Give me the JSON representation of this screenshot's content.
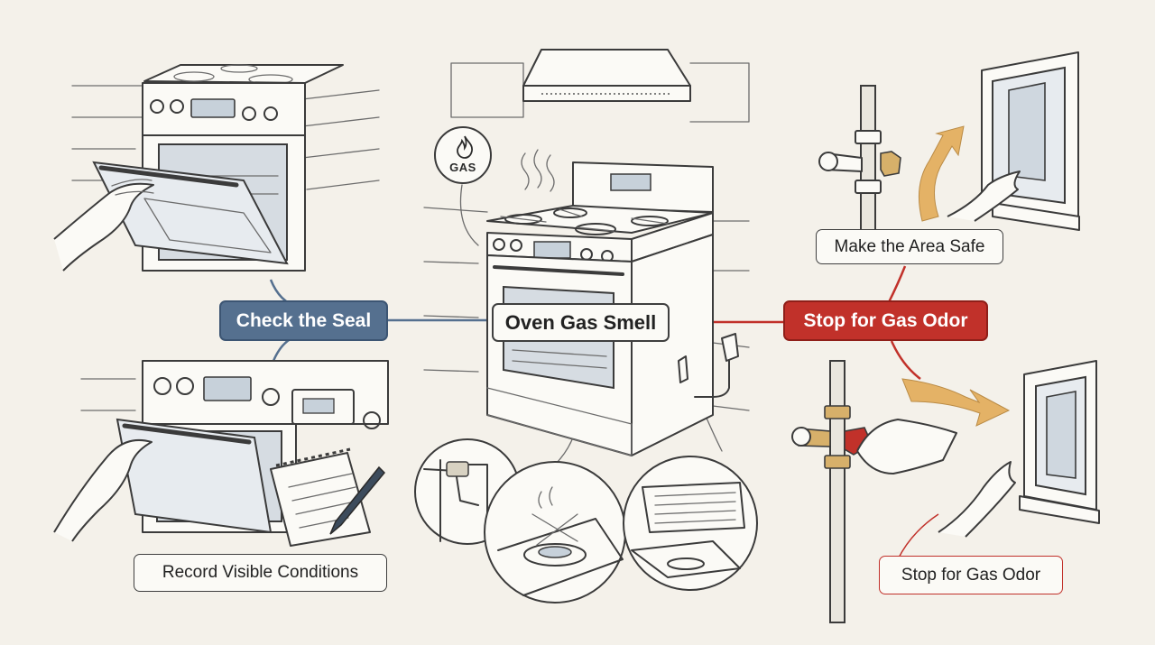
{
  "center_node": {
    "label": "Oven Gas Smell"
  },
  "gas_badge": {
    "text": "GAS",
    "icon": "flame-icon"
  },
  "branches": {
    "check_seal": {
      "label": "Check the Seal",
      "color": "#55708f"
    },
    "record": {
      "label": "Record Visible Conditions"
    },
    "stop_main": {
      "label": "Stop for Gas Odor",
      "color": "#c1312a"
    },
    "make_safe": {
      "label": "Make the Area Safe"
    },
    "stop_sub": {
      "label": "Stop for Gas Odor"
    }
  },
  "colors": {
    "accent_orange": "#e2a84f",
    "line_red": "#c1312a",
    "line_blue": "#55708f"
  }
}
